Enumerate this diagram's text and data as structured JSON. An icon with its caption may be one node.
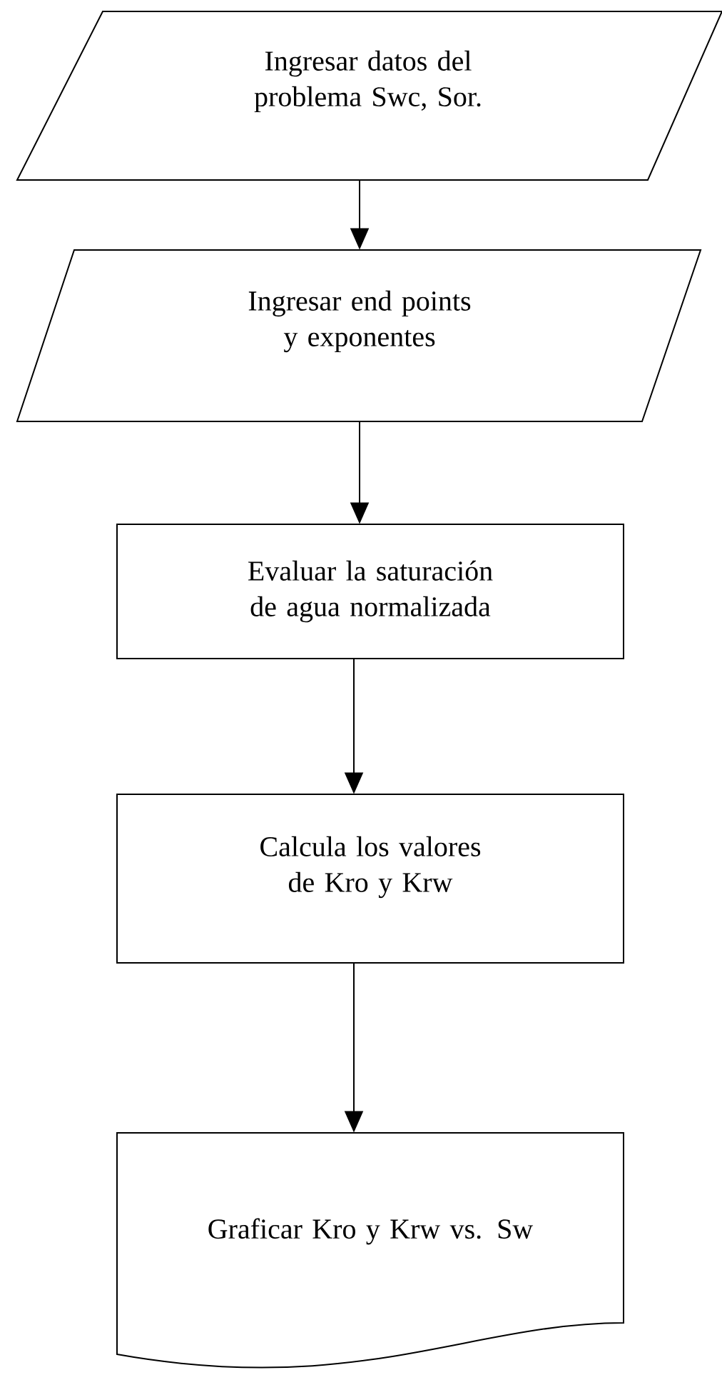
{
  "diagram": {
    "nodes": [
      {
        "text": [
          "Ingresar datos del problema Swc, Sor."
        ]
      },
      {
        "text": [
          "Ingresar end points y exponentes"
        ]
      },
      {
        "text": [
          "Evaluar la saturación de agua normalizada"
        ]
      },
      {
        "text": [
          "Calcula los valores de Kro y Krw"
        ]
      },
      {
        "text": [
          "Graficar Kro y Krw vs. Sw"
        ]
      }
    ],
    "edges": [
      {
        "from": 0,
        "to": 1,
        "arrow": "to"
      },
      {
        "from": 1,
        "to": 2,
        "arrow": "to"
      },
      {
        "from": 2,
        "to": 3,
        "arrow": "to"
      },
      {
        "from": 3,
        "to": 4,
        "arrow": "to"
      }
    ]
  }
}
